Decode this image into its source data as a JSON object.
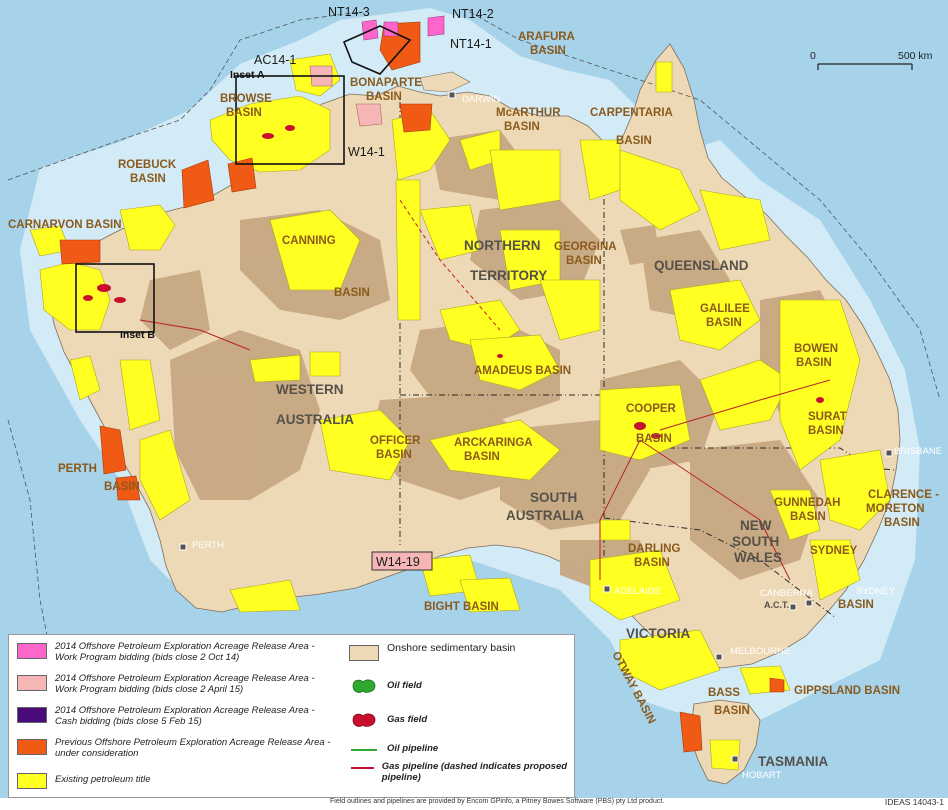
{
  "colors": {
    "ocean": "#a7d3ea",
    "shelf": "#d2ebf6",
    "land": "#edd9b6",
    "sedimentary_basin": "#c7a883",
    "existing_title": "#ffff22",
    "work_program_oct14": "#ff66cc",
    "work_program_apr15": "#f6b6b6",
    "cash_bidding": "#4b0a7a",
    "previous_release": "#f05a14",
    "gas_field": "#c8102e",
    "oil_field": "#2ea82e"
  },
  "release_areas": {
    "nt14_3": "NT14-3",
    "nt14_2": "NT14-2",
    "nt14_1": "NT14-1",
    "ac14_1": "AC14-1",
    "w14_1": "W14-1",
    "w14_19": "W14-19"
  },
  "insets": {
    "a": "Inset A",
    "b": "Inset B"
  },
  "basins": {
    "arafura_1": "ARAFURA",
    "arafura_2": "BASIN",
    "bonaparte_1": "BONAPARTE",
    "bonaparte_2": "BASIN",
    "browse_1": "BROWSE",
    "browse_2": "BASIN",
    "mcarthur_1": "McARTHUR",
    "mcarthur_2": "BASIN",
    "carpentaria_1": "CARPENTARIA",
    "carpentaria_2": "BASIN",
    "roebuck_1": "ROEBUCK",
    "roebuck_2": "BASIN",
    "carnarvon": "CARNARVON BASIN",
    "canning_1": "CANNING",
    "canning_2": "BASIN",
    "georgina_1": "GEORGINA",
    "georgina_2": "BASIN",
    "galilee_1": "GALILEE",
    "galilee_2": "BASIN",
    "bowen_1": "BOWEN",
    "bowen_2": "BASIN",
    "amadeus": "AMADEUS BASIN",
    "cooper_1": "COOPER",
    "cooper_2": "BASIN",
    "surat_1": "SURAT",
    "surat_2": "BASIN",
    "officer_1": "OFFICER",
    "officer_2": "BASIN",
    "arckaringa_1": "ARCKARINGA",
    "arckaringa_2": "BASIN",
    "perth_1": "PERTH",
    "perth_2": "BASIN",
    "gunnedah_1": "GUNNEDAH",
    "gunnedah_2": "BASIN",
    "clarence_1": "CLARENCE -",
    "clarence_2": "MORETON",
    "clarence_3": "BASIN",
    "darling_1": "DARLING",
    "darling_2": "BASIN",
    "sydney": "SYDNEY",
    "sydney_basin": "BASIN",
    "bight": "BIGHT BASIN",
    "otway": "OTWAY BASIN",
    "bass_1": "BASS",
    "bass_2": "BASIN",
    "gippsland": "GIPPSLAND BASIN"
  },
  "regions": {
    "nt_1": "NORTHERN",
    "nt_2": "TERRITORY",
    "qld": "QUEENSLAND",
    "wa_1": "WESTERN",
    "wa_2": "AUSTRALIA",
    "sa_1": "SOUTH",
    "sa_2": "AUSTRALIA",
    "nsw_1": "NEW",
    "nsw_2": "SOUTH",
    "nsw_3": "WALES",
    "act": "A.C.T.",
    "vic": "VICTORIA",
    "tas": "TASMANIA"
  },
  "cities": {
    "darwin": "DARWIN",
    "brisbane": "BRISBANE",
    "perth": "PERTH",
    "adelaide": "ADELAIDE",
    "canberra": "CANBERRA",
    "sydney": "SYDNEY",
    "melbourne": "MELBOURNE",
    "hobart": "HOBART"
  },
  "scale": {
    "start": "0",
    "end": "500 km"
  },
  "legend": {
    "wp_oct14": "2014 Offshore Petroleum Exploration Acreage Release Area - Work Program bidding (bids close 2 Oct 14)",
    "wp_apr15": "2014 Offshore Petroleum Exploration Acreage Release Area - Work Program bidding (bids close 2 April 15)",
    "cash": "2014 Offshore Petroleum Exploration Acreage Release Area - Cash bidding (bids close 5 Feb 15)",
    "previous": "Previous Offshore Petroleum Exploration Acreage Release Area - under consideration",
    "existing": "Existing petroleum title",
    "onshore": "Onshore sedimentary basin",
    "oil_field": "Oil field",
    "gas_field": "Gas field",
    "oil_pipeline": "Oil pipeline",
    "gas_pipeline": "Gas pipeline (dashed indicates proposed pipeline)"
  },
  "footer": {
    "credit": "Field outlines and pipelines are provided by Encom GPinfo, a Pitney Bowes Software (PBS) pty Ltd product.",
    "id": "IDEAS 14043-1"
  }
}
